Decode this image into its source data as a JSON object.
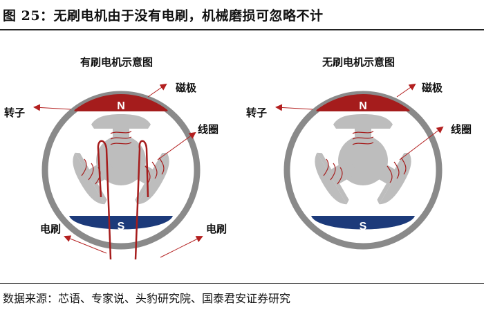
{
  "figure": {
    "title": "图 25：无刷电机由于没有电刷，机械磨损可忽略不计",
    "source": "数据来源：芯语、专家说、头豹研究院、国泰君安证券研究"
  },
  "diagrams": [
    {
      "caption": "有刷电机示意图",
      "labels": {
        "rotor": "转子",
        "magnet": "磁极",
        "coil": "线圈",
        "brush_left": "电刷",
        "brush_right": "电刷"
      },
      "poles": {
        "north": "N",
        "south": "S"
      }
    },
    {
      "caption": "无刷电机示意图",
      "labels": {
        "rotor": "转子",
        "magnet": "磁极",
        "coil": "线圈"
      },
      "poles": {
        "north": "N",
        "south": "S"
      }
    }
  ],
  "colors": {
    "north_pole": "#a51c1c",
    "south_pole": "#1c3a7a",
    "arrows": "#b31f1f",
    "brush": "#a51c1c",
    "rotor": "#bdbdbd",
    "ring": "#8a8a8a"
  }
}
